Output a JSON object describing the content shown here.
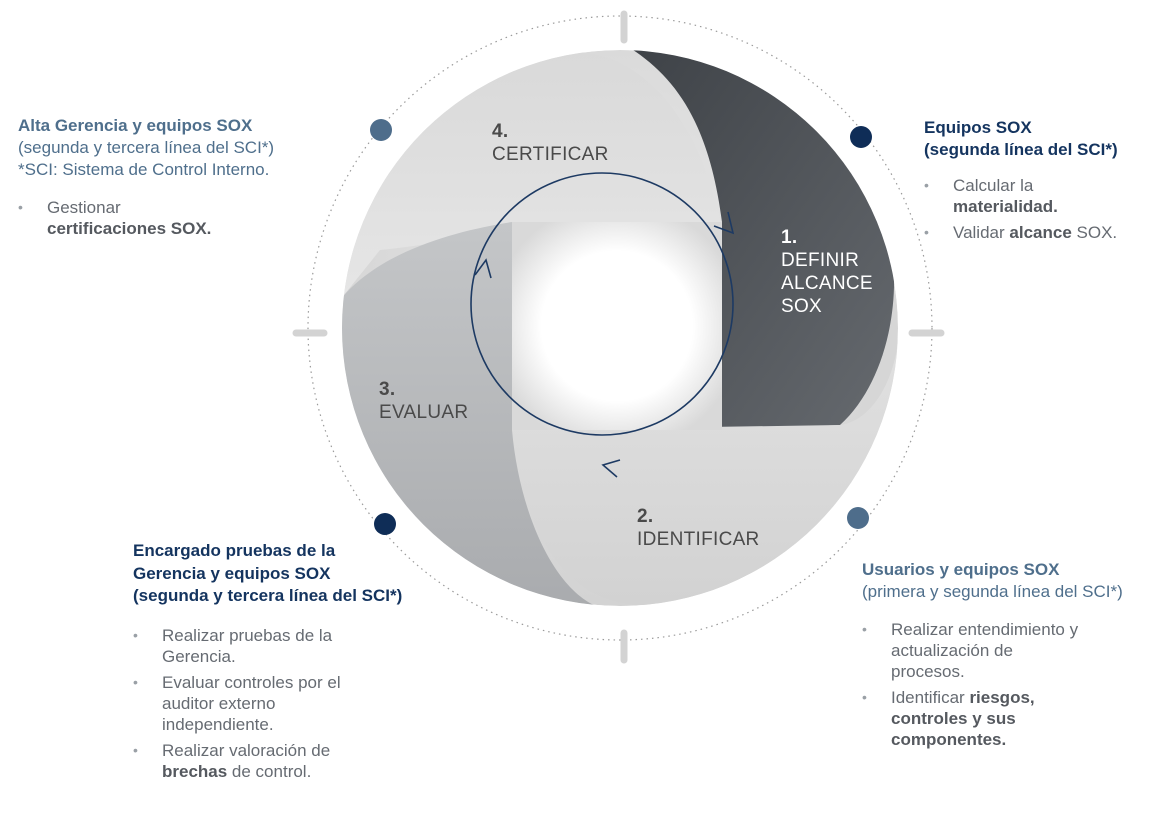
{
  "stages": [
    {
      "number": "1.",
      "lines": [
        "DEFINIR",
        "ALCANCE",
        "SOX"
      ]
    },
    {
      "number": "2.",
      "lines": [
        "IDENTIFICAR"
      ]
    },
    {
      "number": "3.",
      "lines": [
        "EVALUAR"
      ]
    },
    {
      "number": "4.",
      "lines": [
        "CERTIFICAR"
      ]
    }
  ],
  "roles": {
    "top_left": {
      "title": "Alta Gerencia y equipos SOX",
      "subtitle": "(segunda y tercera línea del SCI*)",
      "note": "*SCI: Sistema de Control Interno.",
      "bullets": [
        [
          {
            "t": "Gestionar "
          },
          {
            "t": "certificaciones SOX.",
            "b": true
          }
        ]
      ]
    },
    "top_right": {
      "title": "Equipos SOX",
      "subtitle": "(segunda línea del SCI*)",
      "bullets": [
        [
          {
            "t": "Calcular la "
          },
          {
            "t": "materialidad.",
            "b": true
          }
        ],
        [
          {
            "t": "Validar "
          },
          {
            "t": "alcance",
            "b": true
          },
          {
            "t": " SOX."
          }
        ]
      ]
    },
    "bottom_left": {
      "title_lines": [
        "Encargado pruebas de la",
        "Gerencia y equipos SOX"
      ],
      "subtitle": "(segunda y tercera línea del SCI*)",
      "bullets": [
        [
          {
            "t": "Realizar pruebas de la Gerencia."
          }
        ],
        [
          {
            "t": "Evaluar controles por el auditor externo independiente."
          }
        ],
        [
          {
            "t": "Realizar valoración de "
          },
          {
            "t": "brechas",
            "b": true
          },
          {
            "t": " de control."
          }
        ]
      ]
    },
    "bottom_right": {
      "title": "Usuarios y equipos SOX",
      "subtitle": "(primera y segunda línea del SCI*)",
      "bullets": [
        [
          {
            "t": "Realizar entendimiento y actualización de procesos."
          }
        ],
        [
          {
            "t": "Identificar "
          },
          {
            "t": "riesgos, controles y sus componentes.",
            "b": true
          }
        ]
      ]
    }
  },
  "colors": {
    "dark_navy": "#0f2d57",
    "steel_blue": "#4e6d8b",
    "stage1_dark": "#4c5055",
    "tick_gray": "#d3d3d3"
  }
}
